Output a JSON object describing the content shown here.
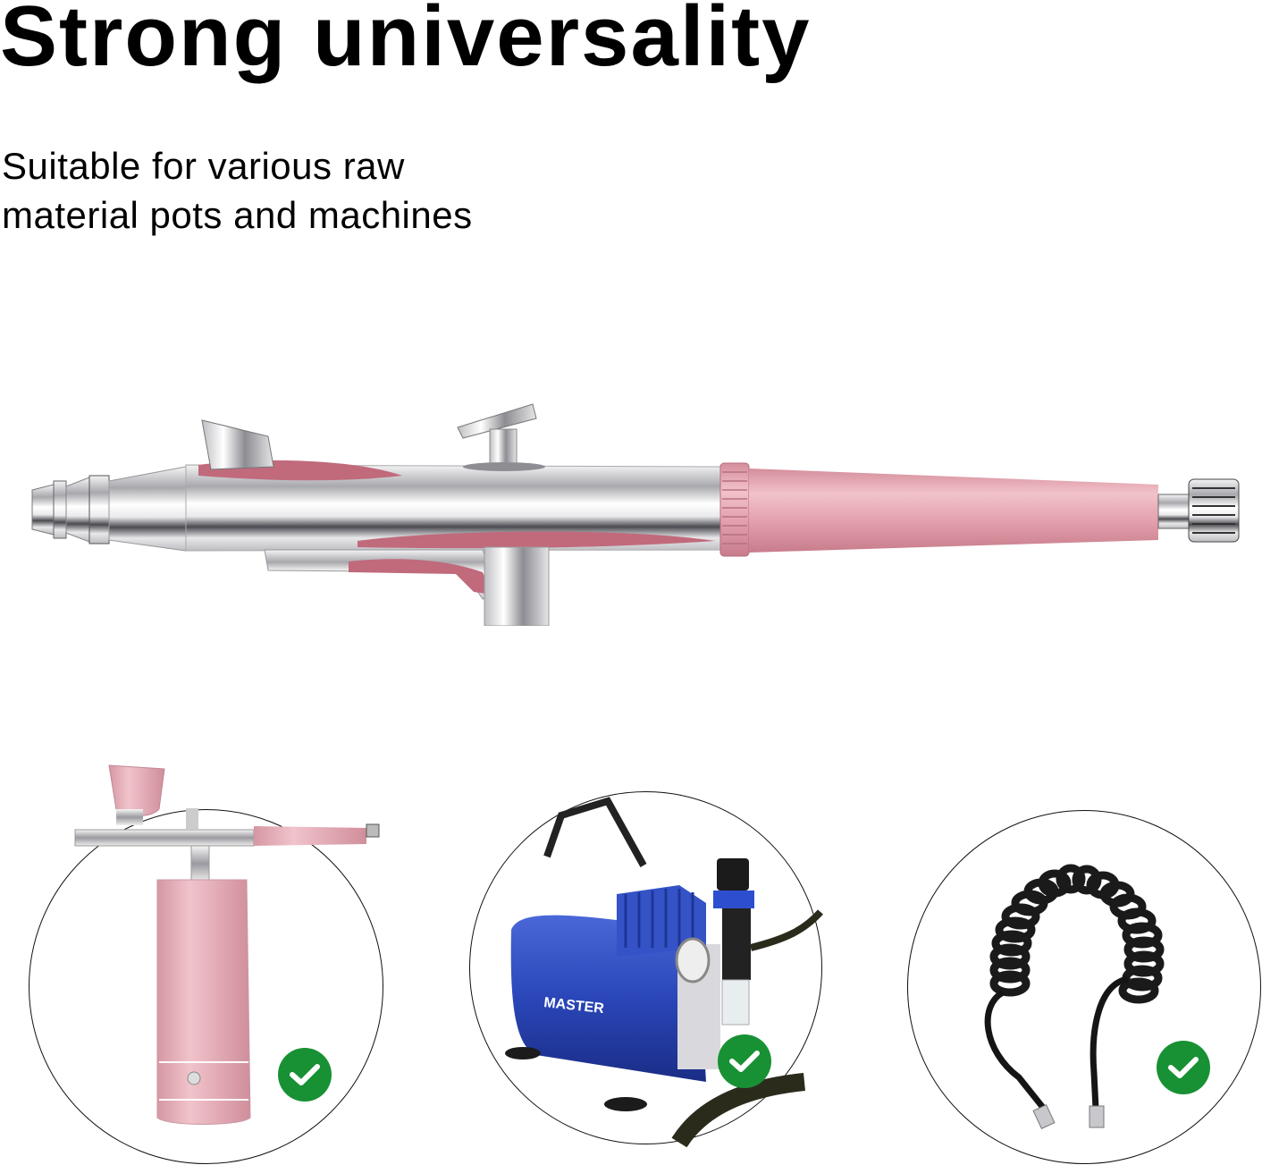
{
  "header": {
    "title": "Strong universality",
    "subtitle_lines": [
      "Suitable for various raw",
      "material pots and machines"
    ]
  },
  "hero_image": {
    "subject": "airbrush-gun",
    "colors": {
      "chrome": "#d9d9dc",
      "pink_handle": "#e5a9b3",
      "pink_accent": "#c06a7c"
    }
  },
  "compatible_items": [
    {
      "name": "Cordless airbrush with pink battery compressor",
      "badge": "check-icon"
    },
    {
      "name": "Blue air compressor",
      "logo_text": "MASTER",
      "badge": "check-icon"
    },
    {
      "name": "Black coiled air hose",
      "badge": "check-icon"
    }
  ],
  "colors": {
    "badge_green": "#189134",
    "compressor_blue": "#2a46b8",
    "hose_black": "#1a1a1a"
  }
}
